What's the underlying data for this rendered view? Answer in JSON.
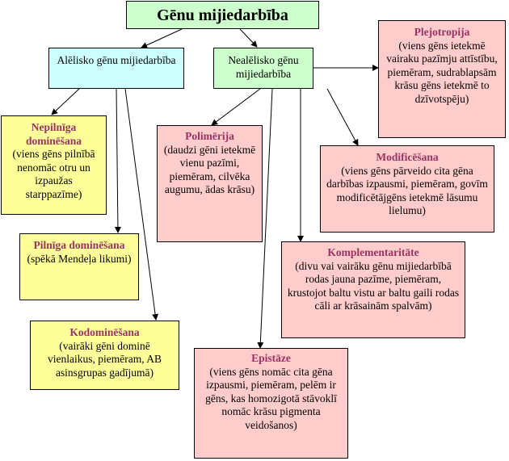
{
  "root": "Gēnu mijiedarbība",
  "allelic": "Alēlisko gēnu mijiedarbība",
  "nonallelic": "Nealēlisko gēnu mijiedarbība",
  "incomplete": {
    "title": "Nepilnīga dominēšana",
    "desc": "(viens gēns pilnībā nenomāc otru un izpaužas starppazīme)"
  },
  "complete": {
    "title": "Pilnīga dominēšana",
    "desc": "(spēkā Mendeļa likumi)"
  },
  "codominance": {
    "title": "Kodominēšana",
    "desc": "(vairāki gēni dominē vienlaikus, piemēram, AB asinsgrupas gadījumā)"
  },
  "pleiotropy": {
    "title": "Plejotropija",
    "desc": "(viens gēns ietekmē vairaku pazīmju attīstību, piemēram, sudrablapsām krāsu gēns ietekmē to dzīvotspēju)"
  },
  "polymery": {
    "title": "Polimērija",
    "desc": "(daudzi gēni ietekmē vienu pazīmi, piemēram, cilvēka augumu, ādas krāsu)"
  },
  "modification": {
    "title": "Modificēšana",
    "desc": "(viens gēns pārveido cita gēna darbības izpausmi, piemēram, govīm modificētājgēns ietekmē lāsumu lielumu)"
  },
  "complementarity": {
    "title": "Komplementaritāte",
    "desc": "(divu vai vairāku gēnu mijiedarbībā rodas jauna pazīme, piemēram, krustojot baltu vistu ar baltu gaili rodas cāli ar krāsainām spalvām)"
  },
  "epistasis": {
    "title": "Epistāze",
    "desc": "(viens gēns nomāc cita gēna izpausmi, piemēram, pelēm ir gēns, kas homozigotā stāvoklī nomāc krāsu pigmenta veidošanos)"
  }
}
